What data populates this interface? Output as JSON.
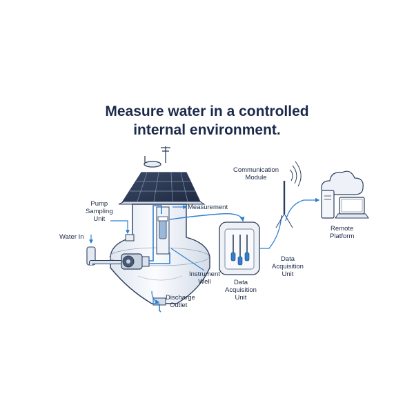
{
  "title": {
    "line1": "Measure water in a controlled",
    "line2": "internal environment."
  },
  "labels": {
    "pump_sampling_unit": [
      "Pump",
      "Sampling",
      "Unit"
    ],
    "water_in": "Water In",
    "measurement": "Measurement",
    "instrument_well": [
      "Instrument",
      "Well"
    ],
    "discharge_outlet": [
      "Discharge",
      "Outlet"
    ],
    "data_acquisition_unit_cabinet": [
      "Data",
      "Acquisition",
      "Unit"
    ],
    "data_acquisition_unit_link": [
      "Data",
      "Acquisition",
      "Unit"
    ],
    "communication_module": [
      "Communication",
      "Module"
    ],
    "remote_platform": [
      "Remote",
      "Platform"
    ]
  },
  "colors": {
    "accent": "#2f7fd1",
    "outline": "#2c3e5c",
    "title": "#1b2a4a"
  }
}
